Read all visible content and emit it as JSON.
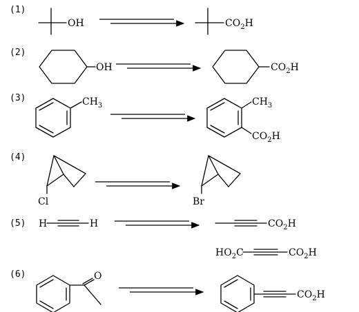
{
  "problems": [
    {
      "number": "(1)",
      "reactant": {
        "labels": [
          "OH"
        ]
      },
      "product": {
        "labels": [
          "CO",
          "2",
          "H"
        ]
      }
    },
    {
      "number": "(2)",
      "reactant": {
        "labels": [
          "OH"
        ]
      },
      "product": {
        "labels": [
          "CO",
          "2",
          "H"
        ]
      }
    },
    {
      "number": "(3)",
      "reactant": {
        "labels": [
          "CH",
          "3"
        ]
      },
      "product": {
        "labels": [
          "CH",
          "3",
          "CO",
          "2",
          "H"
        ]
      }
    },
    {
      "number": "(4)",
      "reactant": {
        "labels": [
          "Cl"
        ]
      },
      "product": {
        "labels": [
          "Br"
        ]
      }
    },
    {
      "number": "(5)",
      "reactant": {
        "labels": [
          "H",
          "H"
        ]
      },
      "product": {
        "labels": [
          "CO",
          "2",
          "H"
        ]
      },
      "product2": {
        "labels": [
          "HO",
          "2",
          "C",
          "CO",
          "2",
          "H"
        ]
      }
    },
    {
      "number": "(6)",
      "reactant": {
        "labels": [
          "O"
        ]
      },
      "product": {
        "labels": [
          "CO",
          "2",
          "H"
        ]
      }
    }
  ]
}
